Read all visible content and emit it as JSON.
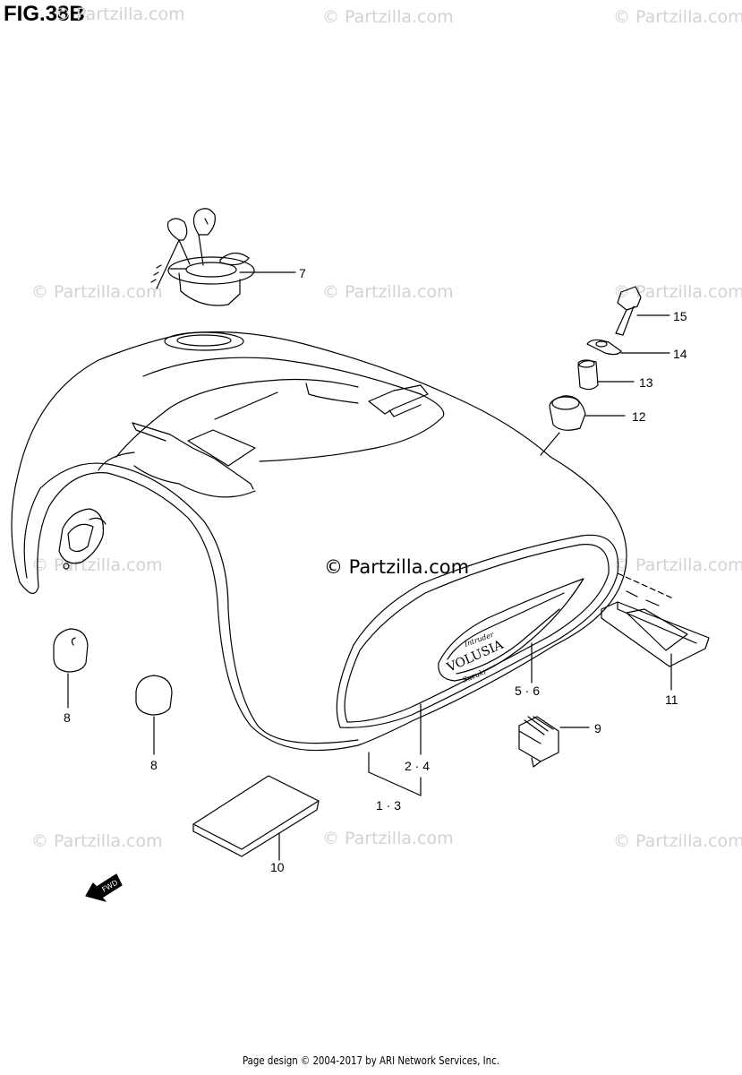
{
  "figure": {
    "title": "FIG.38B"
  },
  "watermark": "© Partzilla.com",
  "center_watermark": "© Partzilla.com",
  "callouts": {
    "c7": "7",
    "c15": "15",
    "c14": "14",
    "c13": "13",
    "c12": "12",
    "c11": "11",
    "c56": "5 · 6",
    "c9": "9",
    "c8a": "8",
    "c8b": "8",
    "c24": "2 · 4",
    "c13b": "1 · 3",
    "c10": "10"
  },
  "emblem": {
    "script_top": "Intruder",
    "word": "VOLUSIA",
    "script_bottom": "Suzuki"
  },
  "fwd_label": "FWD",
  "footer": "Page design © 2004-2017 by ARI Network Services, Inc."
}
